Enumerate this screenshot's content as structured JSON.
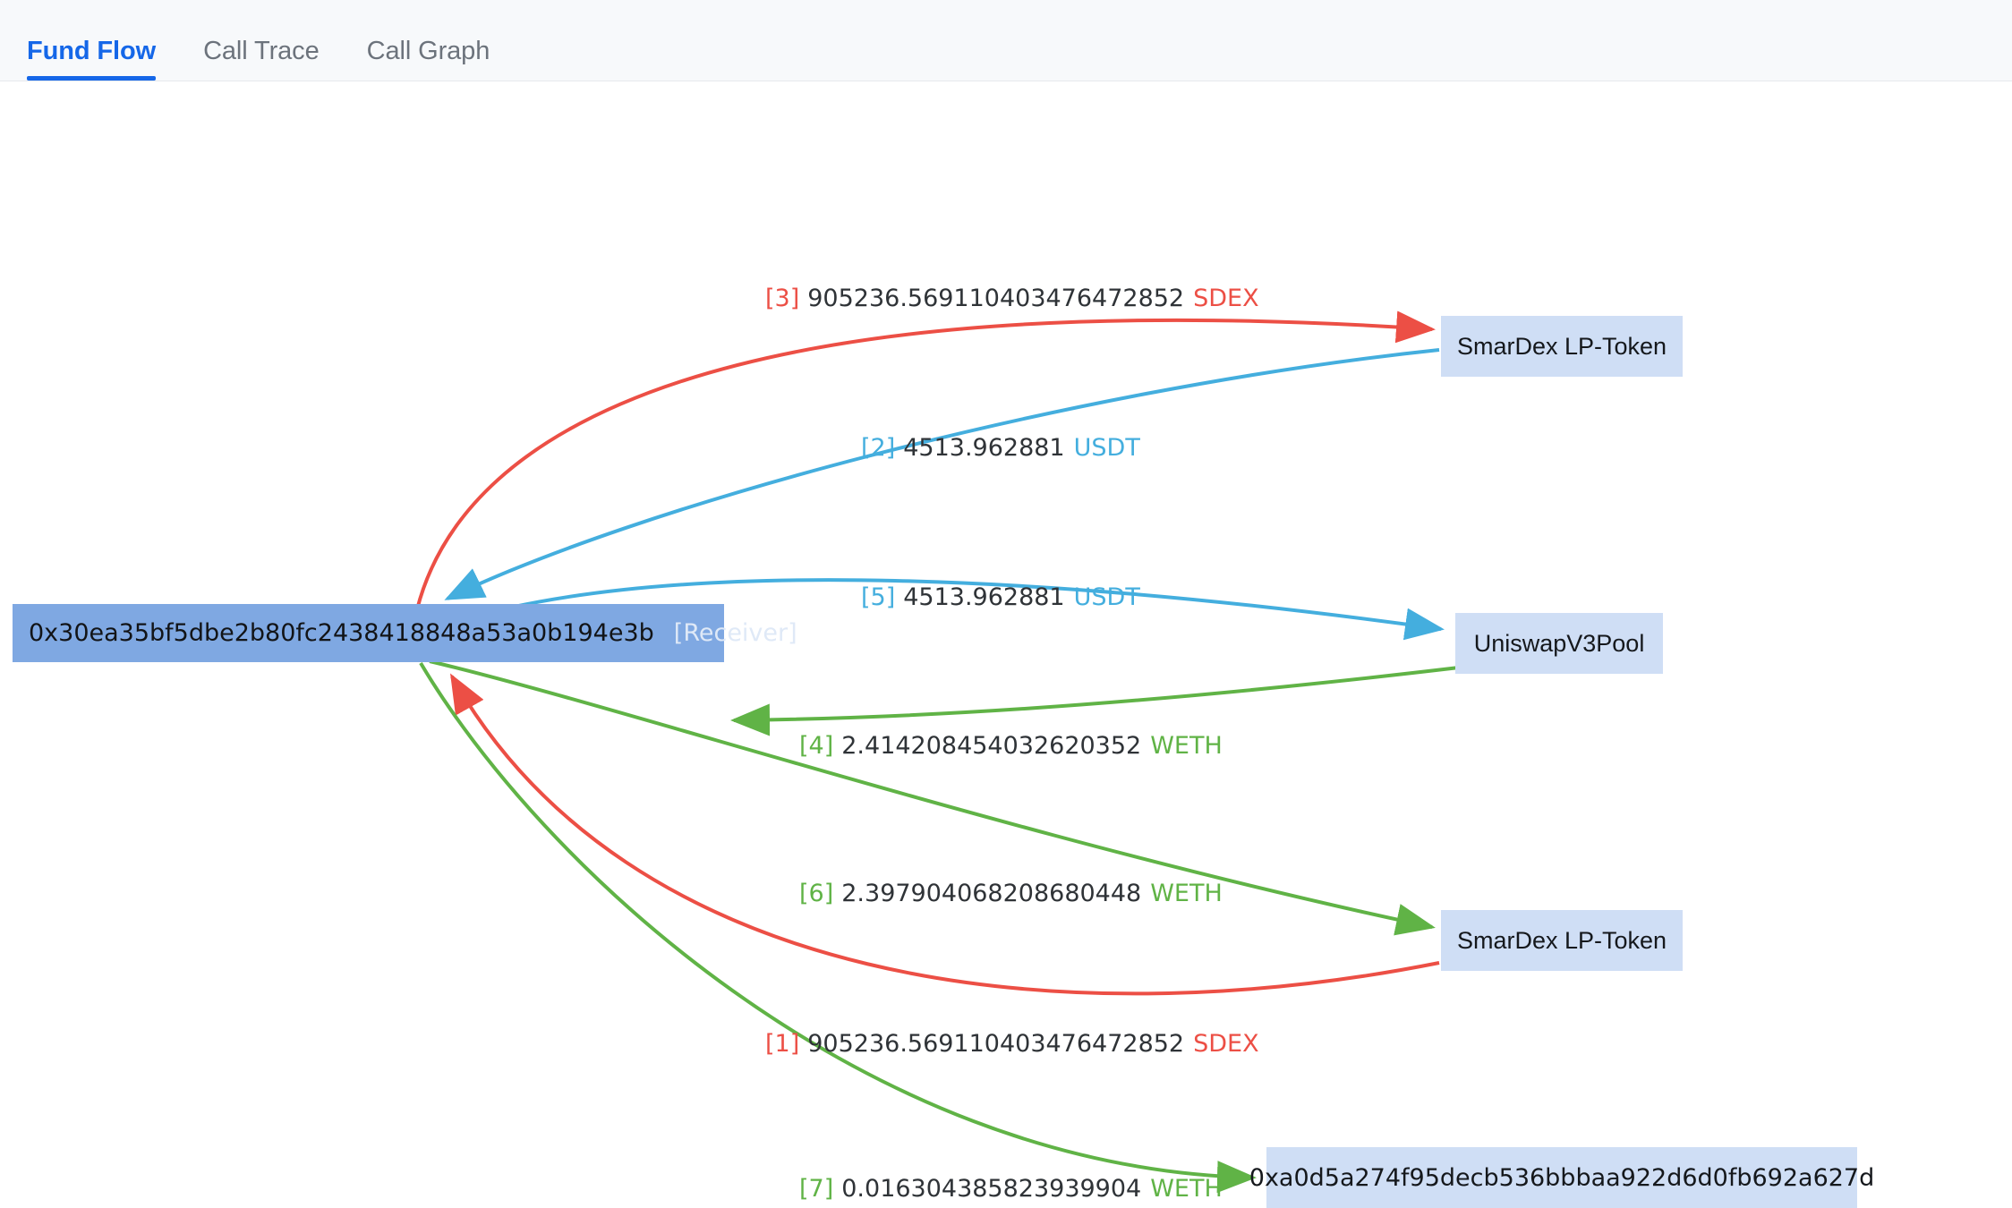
{
  "tabs": [
    {
      "label": "Fund Flow",
      "active": true
    },
    {
      "label": "Call Trace",
      "active": false
    },
    {
      "label": "Call Graph",
      "active": false
    }
  ],
  "colors": {
    "accent": "#1567e8",
    "edge_red": "#ec4f45",
    "edge_blue": "#44aede",
    "edge_green": "#60b346",
    "node_receiver_fill": "#7fa8e2",
    "node_fill": "#cfdef5",
    "tabbar_bg": "#f7f9fb"
  },
  "graph": {
    "nodes": [
      {
        "id": "receiver",
        "label": "0x30ea35bf5dbe2b80fc2438418848a53a0b194e3b",
        "role": "[Receiver]",
        "kind": "receiver"
      },
      {
        "id": "smardex_top",
        "label": "SmarDex LP-Token",
        "kind": "contract"
      },
      {
        "id": "uniswap",
        "label": "UniswapV3Pool",
        "kind": "contract"
      },
      {
        "id": "smardex_bottom",
        "label": "SmarDex LP-Token",
        "kind": "contract"
      },
      {
        "id": "addr_a0d5",
        "label": "0xa0d5a274f95decb536bbbaa922d6d0fb692a627d",
        "kind": "address"
      }
    ],
    "edges": [
      {
        "index": "[3]",
        "amount": "905236.569110403476472852",
        "token": "SDEX",
        "color": "red",
        "from": "receiver",
        "to": "smardex_top"
      },
      {
        "index": "[2]",
        "amount": "4513.962881",
        "token": "USDT",
        "color": "blue",
        "from": "smardex_top",
        "to": "receiver"
      },
      {
        "index": "[5]",
        "amount": "4513.962881",
        "token": "USDT",
        "color": "blue",
        "from": "receiver",
        "to": "uniswap"
      },
      {
        "index": "[4]",
        "amount": "2.414208454032620352",
        "token": "WETH",
        "color": "green",
        "from": "uniswap",
        "to": "receiver"
      },
      {
        "index": "[6]",
        "amount": "2.397904068208680448",
        "token": "WETH",
        "color": "green",
        "from": "receiver",
        "to": "smardex_bottom"
      },
      {
        "index": "[1]",
        "amount": "905236.569110403476472852",
        "token": "SDEX",
        "color": "red",
        "from": "smardex_bottom",
        "to": "receiver"
      },
      {
        "index": "[7]",
        "amount": "0.016304385823939904",
        "token": "WETH",
        "color": "green",
        "from": "receiver",
        "to": "addr_a0d5"
      }
    ]
  }
}
